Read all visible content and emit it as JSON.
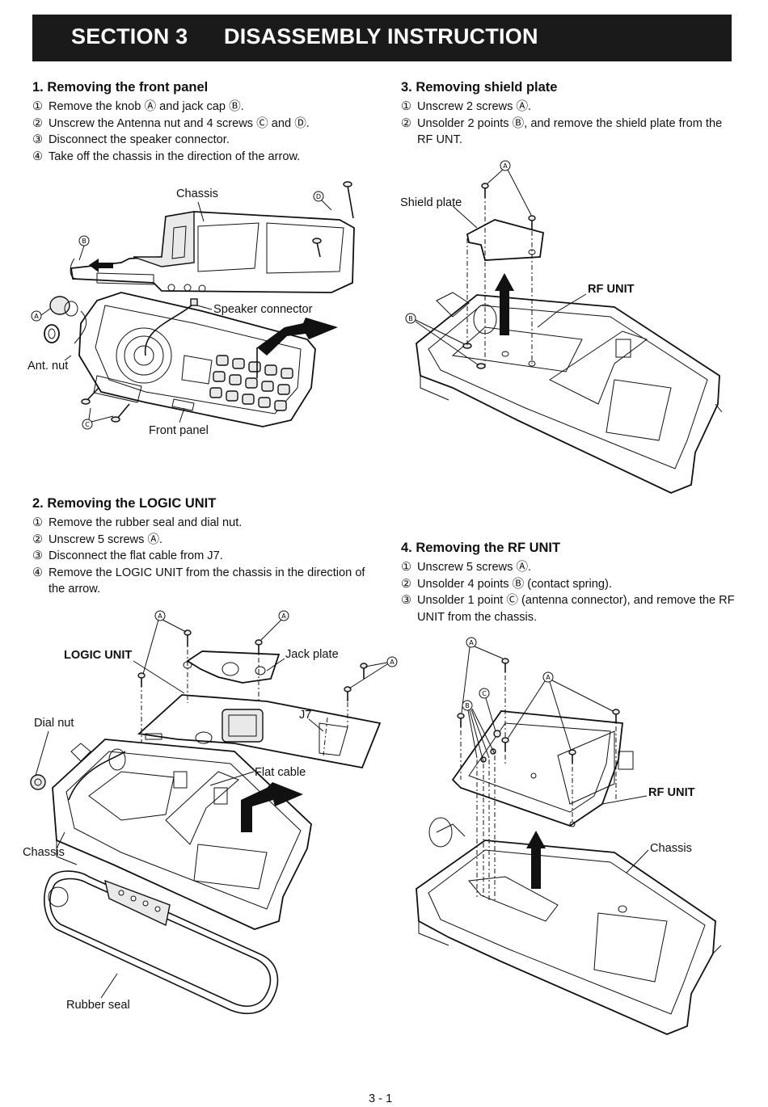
{
  "header": {
    "section": "SECTION 3",
    "title": "DISASSEMBLY INSTRUCTION"
  },
  "sections": [
    {
      "title": "1. Removing the front panel",
      "steps": [
        {
          "num": "①",
          "text": "Remove the knob Ⓐ and jack cap Ⓑ."
        },
        {
          "num": "②",
          "text": "Unscrew the Antenna nut and 4 screws Ⓒ and Ⓓ."
        },
        {
          "num": "③",
          "text": "Disconnect the speaker connector."
        },
        {
          "num": "④",
          "text": "Take off the chassis in the direction of the arrow."
        }
      ]
    },
    {
      "title": "2. Removing the LOGIC UNIT",
      "steps": [
        {
          "num": "①",
          "text": "Remove the rubber seal and dial nut."
        },
        {
          "num": "②",
          "text": "Unscrew 5 screws Ⓐ."
        },
        {
          "num": "③",
          "text": "Disconnect the flat cable from J7."
        },
        {
          "num": "④",
          "text": "Remove the LOGIC UNIT from the chassis in the direction of the arrow."
        }
      ]
    },
    {
      "title": "3. Removing shield plate",
      "steps": [
        {
          "num": "①",
          "text": "Unscrew 2 screws Ⓐ."
        },
        {
          "num": "②",
          "text": "Unsolder 2 points Ⓑ, and remove the shield plate from the RF UNT."
        }
      ]
    },
    {
      "title": "4. Removing the RF UNIT",
      "steps": [
        {
          "num": "①",
          "text": "Unscrew 5 screws Ⓐ."
        },
        {
          "num": "②",
          "text": "Unsolder 4 points Ⓑ (contact spring)."
        },
        {
          "num": "③",
          "text": "Unsolder 1 point Ⓒ (antenna connector), and remove the RF UNIT from the chassis."
        }
      ]
    }
  ],
  "figures": {
    "fig1": {
      "chassis": "Chassis",
      "speaker_connector": "Speaker connector",
      "ant_nut": "Ant. nut",
      "front_panel": "Front panel",
      "callouts": [
        "A",
        "B",
        "C",
        "D"
      ]
    },
    "fig2": {
      "logic_unit": "LOGIC UNIT",
      "jack_plate": "Jack plate",
      "dial_nut": "Dial nut",
      "j7": "J7",
      "flat_cable": "Flat cable",
      "chassis": "Chassis",
      "rubber_seal": "Rubber seal",
      "callouts": [
        "A",
        "A",
        "A"
      ]
    },
    "fig3": {
      "shield_plate": "Shield plate",
      "rf_unit": "RF UNIT",
      "callouts": [
        "A",
        "B"
      ]
    },
    "fig4": {
      "rf_unit": "RF UNIT",
      "chassis": "Chassis",
      "callouts": [
        "A",
        "A",
        "B",
        "C"
      ]
    }
  },
  "page_number": "3 - 1"
}
